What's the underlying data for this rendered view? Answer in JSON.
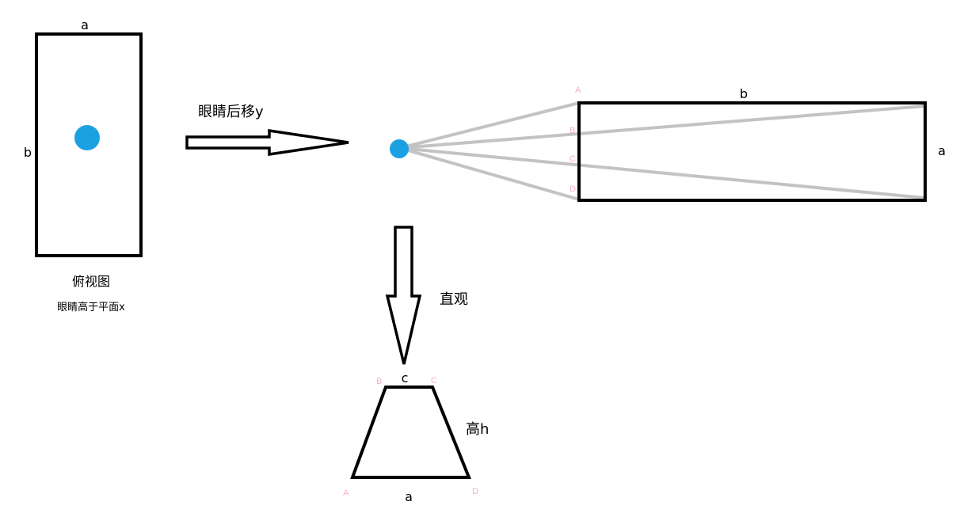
{
  "colors": {
    "stroke": "#000000",
    "eye": "#1ba1e2",
    "sight_line": "#c3c3c3",
    "corner_label": "#f4b3c3"
  },
  "top_view": {
    "label_a": "a",
    "label_b": "b",
    "caption": "俯视图",
    "note": "眼睛高于平面x"
  },
  "arrow_right": {
    "label": "眼睛后移y"
  },
  "side_view": {
    "label_b": "b",
    "label_a": "a",
    "corners": [
      "A",
      "B",
      "C",
      "D"
    ]
  },
  "arrow_down": {
    "label": "直观"
  },
  "trapezoid": {
    "label_top": "c",
    "label_bottom": "a",
    "label_height": "高h",
    "corners": [
      "B",
      "C",
      "A",
      "D"
    ]
  }
}
